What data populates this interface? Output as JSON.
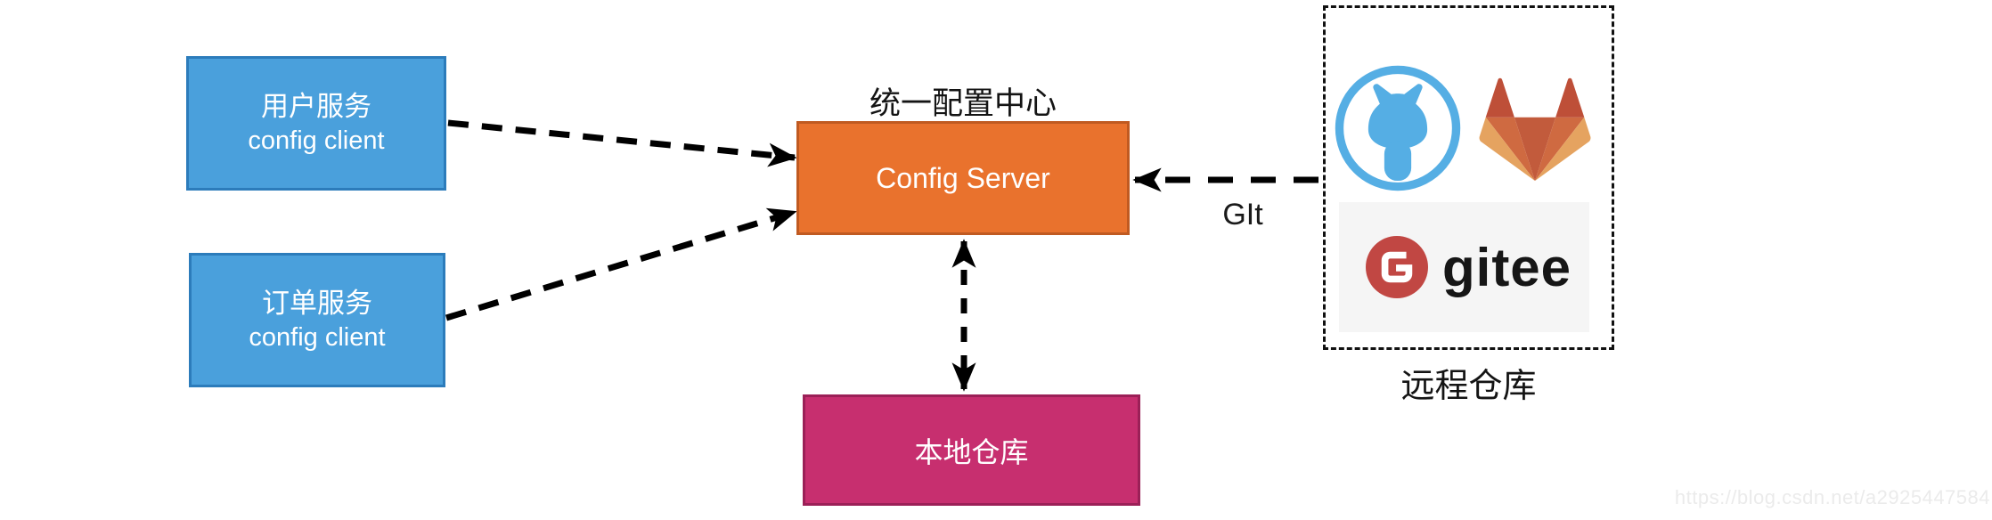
{
  "nodes": {
    "user_service": {
      "title": "用户服务",
      "subtitle": "config client"
    },
    "order_service": {
      "title": "订单服务",
      "subtitle": "config client"
    },
    "config_server": {
      "caption": "统一配置中心",
      "label": "Config Server"
    },
    "local_repo": {
      "label": "本地仓库"
    },
    "remote_repo": {
      "caption": "远程仓库"
    }
  },
  "edges": {
    "git_label": "GIt"
  },
  "logos": {
    "github": "github-octocat",
    "gitlab": "gitlab-fox",
    "gitee": {
      "text": "gitee"
    }
  },
  "colors": {
    "client_fill": "#4AA0DC",
    "client_border": "#2C7CBB",
    "server_fill": "#E9722D",
    "server_border": "#C05A21",
    "local_fill": "#C72F6F",
    "local_border": "#9B2057",
    "github_blue": "#55AEE4",
    "gitee_red": "#C14743",
    "gitlab_dark": "#BE4F38",
    "gitlab_mid": "#CF6A41",
    "gitlab_light": "#E5A360",
    "arrow": "#000000"
  },
  "watermark": "https://blog.csdn.net/a2925447584"
}
